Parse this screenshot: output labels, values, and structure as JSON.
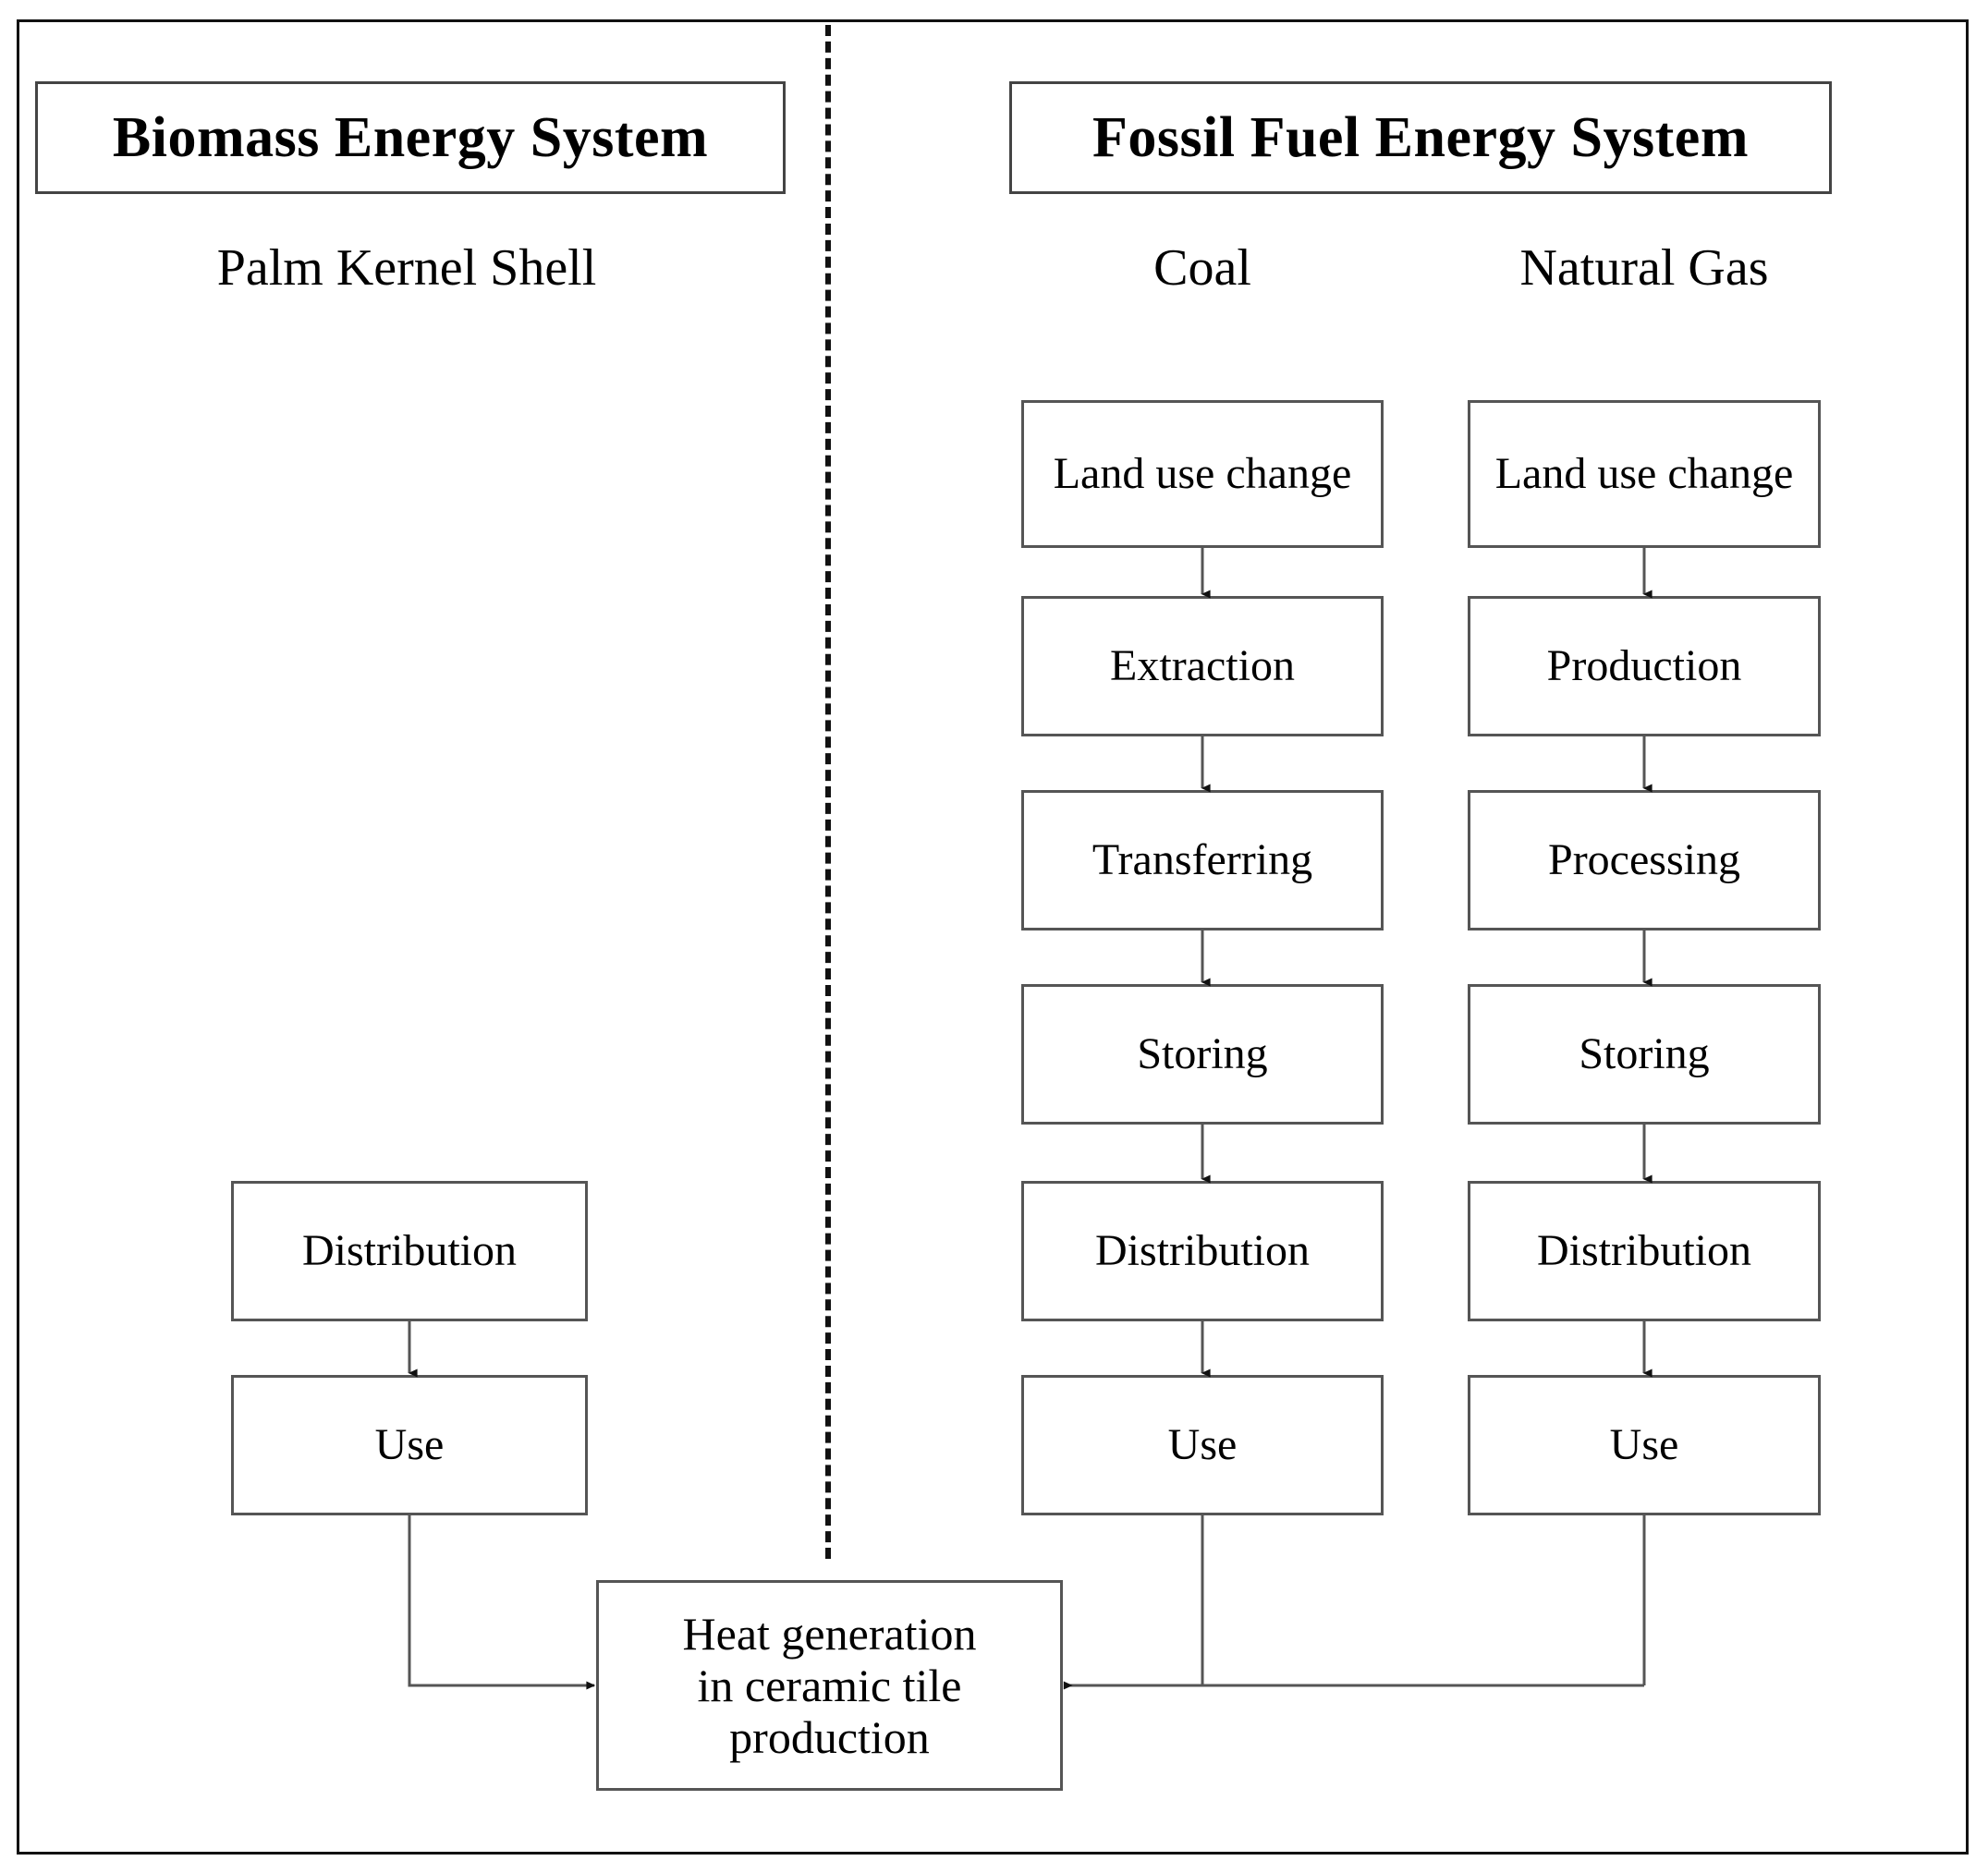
{
  "diagram": {
    "title_left": "Biomass Energy System",
    "title_right": "Fossil Fuel Energy System",
    "columns": {
      "biomass": {
        "header": "Palm Kernel Shell",
        "steps": [
          "Distribution",
          "Use"
        ]
      },
      "coal": {
        "header": "Coal",
        "steps": [
          "Land use change",
          "Extraction",
          "Transferring",
          "Storing",
          "Distribution",
          "Use"
        ]
      },
      "natural_gas": {
        "header": "Natural Gas",
        "steps": [
          "Land use change",
          "Production",
          "Processing",
          "Storing",
          "Distribution",
          "Use"
        ]
      }
    },
    "sink": {
      "label_line1": "Heat generation",
      "label_line2": "in ceramic tile",
      "label_line3": "production"
    },
    "colors": {
      "stroke": "#555555",
      "frame": "#111111",
      "text": "#000000",
      "background": "#ffffff"
    }
  }
}
